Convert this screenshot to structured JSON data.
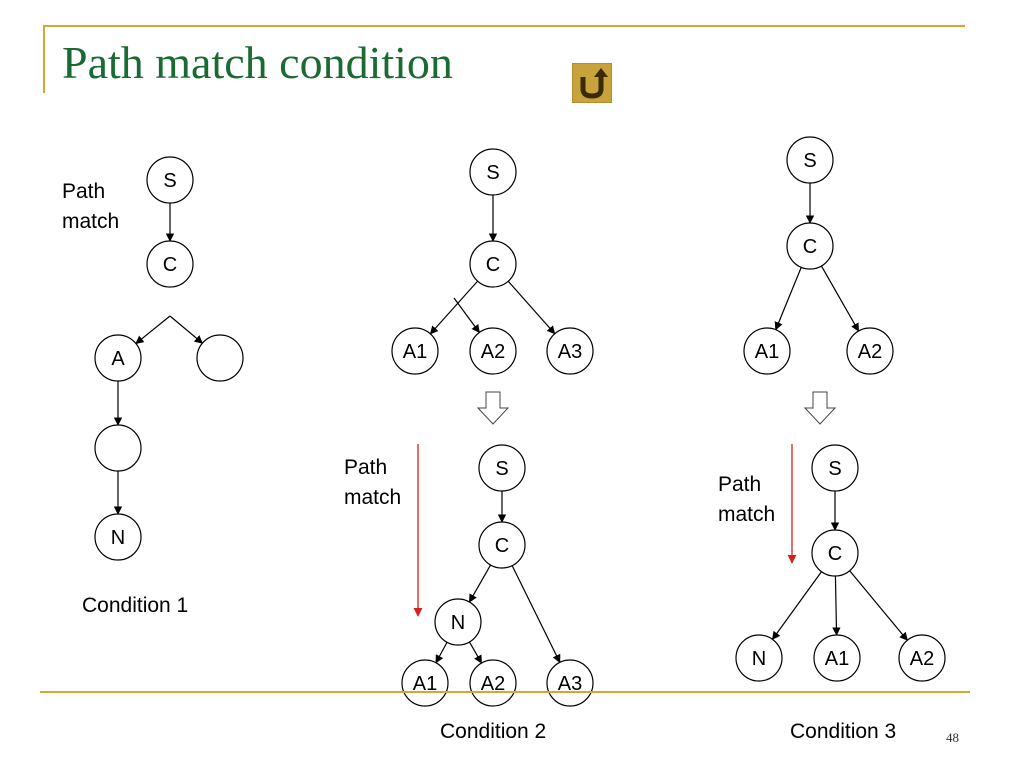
{
  "slide": {
    "title": "Path match condition",
    "page_number": "48",
    "back_icon": "return-arrow-icon"
  },
  "colors": {
    "title": "#1a6b32",
    "rule": "#d6a72e",
    "path_arrow": "#d42020",
    "back_button": "#c8a23a"
  },
  "conditions": [
    {
      "caption": "Condition 1",
      "trees": [
        {
          "path_label": [
            "Path",
            "match"
          ],
          "nodes": [
            {
              "id": "s",
              "label": "S"
            },
            {
              "id": "c",
              "label": "C"
            },
            {
              "id": "a",
              "label": "A"
            },
            {
              "id": "x1",
              "label": ""
            },
            {
              "id": "x2",
              "label": ""
            },
            {
              "id": "n",
              "label": "N"
            }
          ],
          "edges": [
            [
              "s",
              "c"
            ],
            [
              "c",
              "a"
            ],
            [
              "c",
              "x1"
            ],
            [
              "a",
              "x2"
            ],
            [
              "x2",
              "n"
            ]
          ]
        }
      ]
    },
    {
      "caption": "Condition 2",
      "trees": [
        {
          "nodes": [
            {
              "id": "s",
              "label": "S"
            },
            {
              "id": "c",
              "label": "C"
            },
            {
              "id": "a1",
              "label": "A1"
            },
            {
              "id": "a2",
              "label": "A2"
            },
            {
              "id": "a3",
              "label": "A3"
            }
          ],
          "edges": [
            [
              "s",
              "c"
            ],
            [
              "c",
              "a1"
            ],
            [
              "c",
              "a2"
            ],
            [
              "c",
              "a3"
            ]
          ]
        },
        {
          "path_label": [
            "Path",
            "match"
          ],
          "nodes": [
            {
              "id": "s",
              "label": "S"
            },
            {
              "id": "c",
              "label": "C"
            },
            {
              "id": "n",
              "label": "N"
            },
            {
              "id": "a1",
              "label": "A1"
            },
            {
              "id": "a2",
              "label": "A2"
            },
            {
              "id": "a3",
              "label": "A3"
            }
          ],
          "edges": [
            [
              "s",
              "c"
            ],
            [
              "c",
              "n"
            ],
            [
              "c",
              "a3"
            ],
            [
              "n",
              "a1"
            ],
            [
              "n",
              "a2"
            ]
          ]
        }
      ]
    },
    {
      "caption": "Condition 3",
      "trees": [
        {
          "nodes": [
            {
              "id": "s",
              "label": "S"
            },
            {
              "id": "c",
              "label": "C"
            },
            {
              "id": "a1",
              "label": "A1"
            },
            {
              "id": "a2",
              "label": "A2"
            }
          ],
          "edges": [
            [
              "s",
              "c"
            ],
            [
              "c",
              "a1"
            ],
            [
              "c",
              "a2"
            ]
          ]
        },
        {
          "path_label": [
            "Path",
            "match"
          ],
          "nodes": [
            {
              "id": "s",
              "label": "S"
            },
            {
              "id": "c",
              "label": "C"
            },
            {
              "id": "n",
              "label": "N"
            },
            {
              "id": "a1",
              "label": "A1"
            },
            {
              "id": "a2",
              "label": "A2"
            }
          ],
          "edges": [
            [
              "s",
              "c"
            ],
            [
              "c",
              "n"
            ],
            [
              "c",
              "a1"
            ],
            [
              "c",
              "a2"
            ]
          ]
        }
      ]
    }
  ]
}
